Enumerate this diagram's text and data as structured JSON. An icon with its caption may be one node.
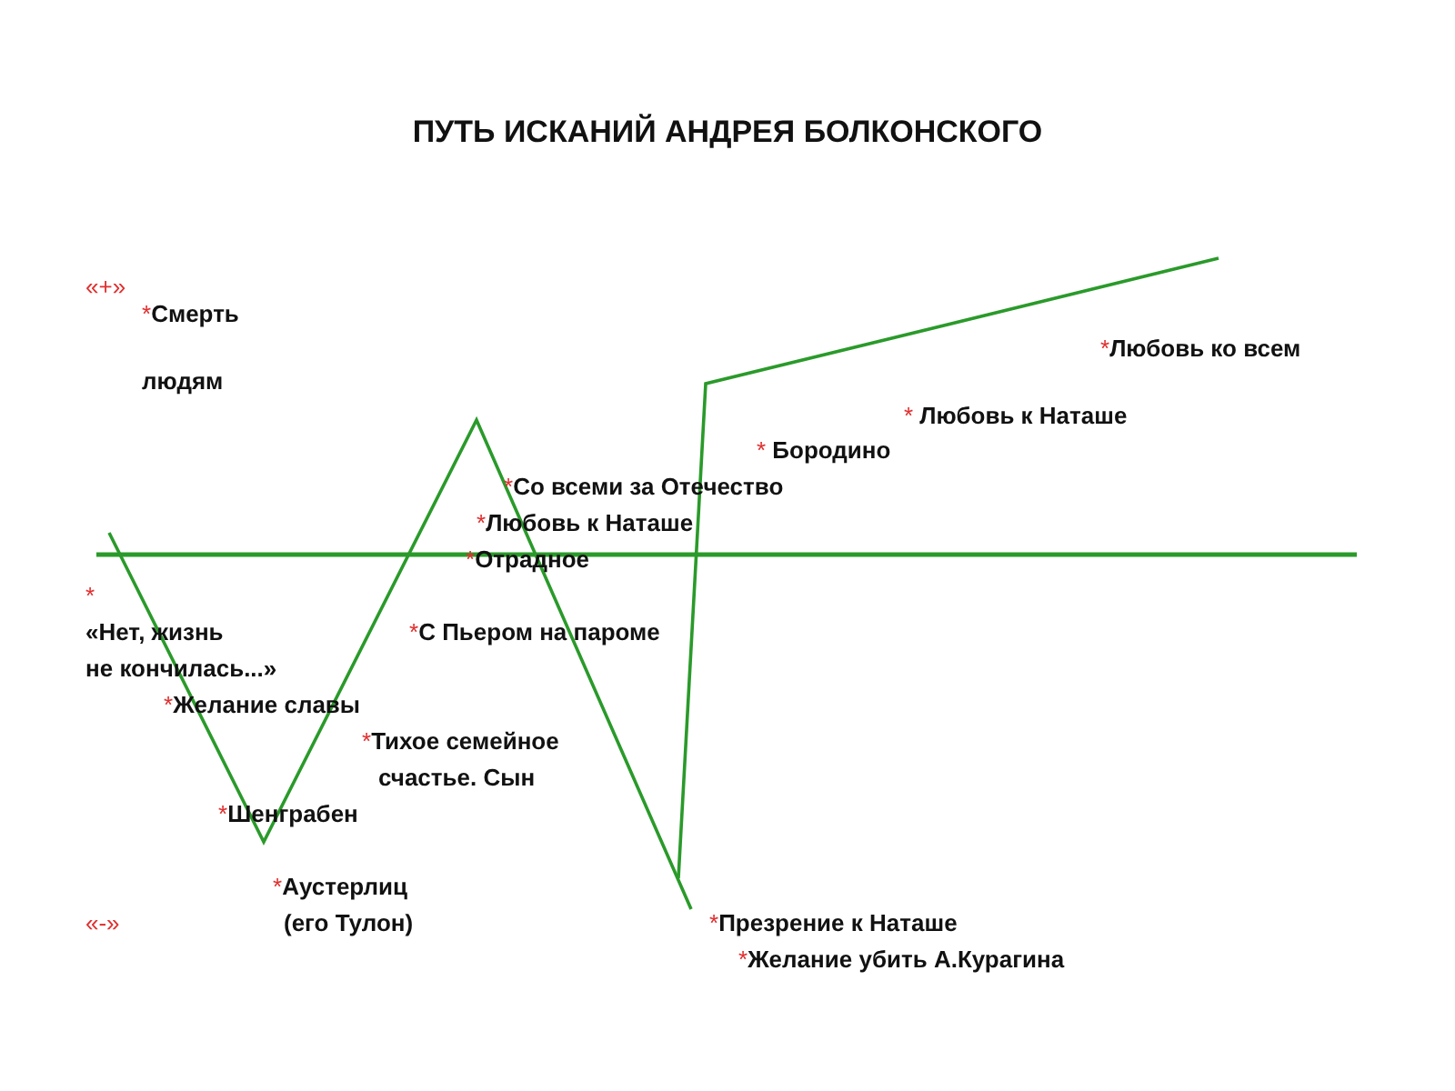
{
  "diagram": {
    "title": "ПУТЬ ИСКАНИЙ АНДРЕЯ БОЛКОНСКОГО",
    "labels": [
      "«+»",
      "*Смерть",
      "*Любовь ко всем",
      "людям",
      "* Любовь к Наташе",
      "* Бородино",
      "*Со всеми за Отечество",
      "*Любовь к Наташе",
      "*Отрадное",
      "*",
      "«Нет, жизнь не кончилась...»",
      "*С Пьером на пароме",
      "*Желание славы",
      "*Тихое семейное счастье. Сын",
      "*Шенграбен",
      "*Аустерлиц (его Тулон)",
      "«-»",
      "*Презрение к Наташе",
      "*Желание убить А.Курагина"
    ]
  }
}
